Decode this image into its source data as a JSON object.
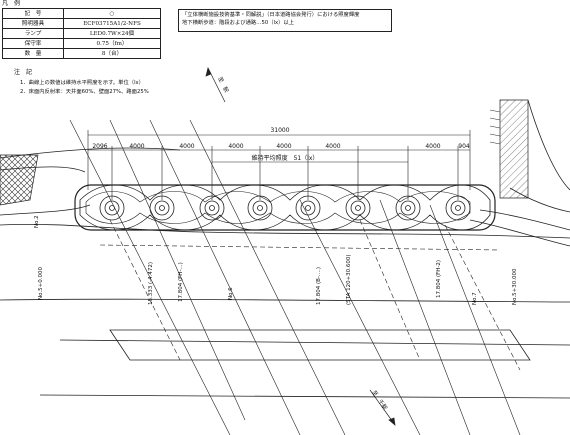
{
  "legend": {
    "title": "凡　例",
    "rows": [
      {
        "key": "記　号",
        "value": "○",
        "kind": "symbol"
      },
      {
        "key": "照明器具",
        "value": "ECF03715A1/2-NFS"
      },
      {
        "key": "ランプ",
        "value": "LED0.7W×24個"
      },
      {
        "key": "保守率",
        "value": "0.75（fm）"
      },
      {
        "key": "数　量",
        "value": "8（台）"
      }
    ]
  },
  "notes": {
    "title": "注　記",
    "items": [
      "1．曲線上の数値は維持水平照度を示す。単位（lx）",
      "2．床面内反射率：天井面60%、壁面27%、路面25%"
    ]
  },
  "standard_box": {
    "line1": "「立体横断施設技術基準・同解説」（日本道路協会発行）における照度輝度",
    "line2": "地下横断歩道：階段および通路…50（lx）以上"
  },
  "dimensions": {
    "total": "31000",
    "segments": [
      "2096",
      "4000",
      "4000",
      "4000",
      "4000",
      "4000",
      "4000",
      "904"
    ],
    "illuminance_label": "維持平均照度　51（lx）"
  },
  "labels": {
    "north_top": "至　駅",
    "north_bottom": "至　千駅",
    "no_left": "No.2",
    "no_left_b": "No.5+0.000",
    "no_mid": "No.6",
    "no_mid_r": "No.7",
    "no_right": "No.5+30.000",
    "sta_a": "15.333\n(-4.472)",
    "sta_b": "17.804\n(FH-...)",
    "sta_c": "17.804\n(B-....)",
    "sta_d": "17.804\n(FH-2)",
    "sta_e": "(STA 120+30.600)"
  },
  "colors": {
    "line": "#1a1a1a",
    "hatch": "#333333"
  }
}
